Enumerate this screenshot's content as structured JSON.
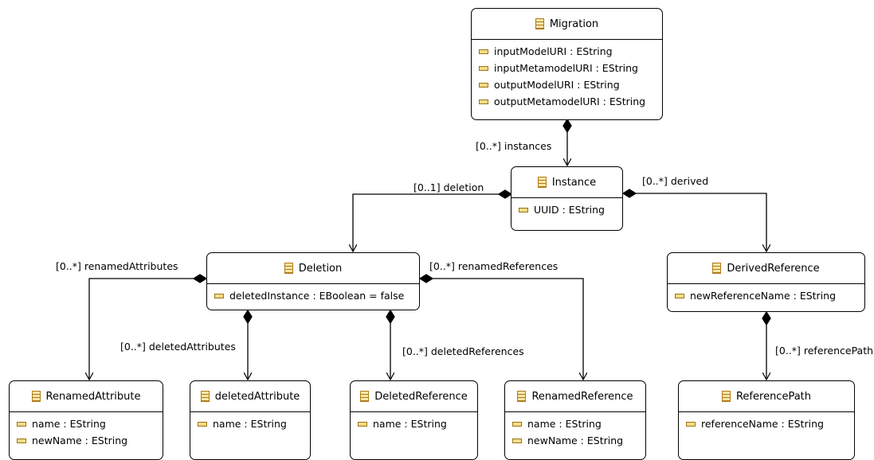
{
  "classes": {
    "migration": {
      "name": "Migration",
      "attributes": [
        "inputModelURI : EString",
        "inputMetamodelURI : EString",
        "outputModelURI : EString",
        "outputMetamodelURI : EString"
      ]
    },
    "instance": {
      "name": "Instance",
      "attributes": [
        "UUID : EString"
      ]
    },
    "deletion": {
      "name": "Deletion",
      "attributes": [
        "deletedInstance : EBoolean = false"
      ]
    },
    "derived_reference": {
      "name": "DerivedReference",
      "attributes": [
        "newReferenceName : EString"
      ]
    },
    "renamed_attribute": {
      "name": "RenamedAttribute",
      "attributes": [
        "name : EString",
        "newName : EString"
      ]
    },
    "deleted_attribute": {
      "name": "deletedAttribute",
      "attributes": [
        "name : EString"
      ]
    },
    "deleted_reference": {
      "name": "DeletedReference",
      "attributes": [
        "name : EString"
      ]
    },
    "renamed_reference": {
      "name": "RenamedReference",
      "attributes": [
        "name : EString",
        "newName : EString"
      ]
    },
    "reference_path": {
      "name": "ReferencePath",
      "attributes": [
        "referenceName : EString"
      ]
    }
  },
  "relations": {
    "instances": "[0..*] instances",
    "deletion": "[0..1] deletion",
    "derived": "[0..*] derived",
    "renamed_attributes": "[0..*] renamedAttributes",
    "renamed_references": "[0..*] renamedReferences",
    "deleted_attributes": "[0..*] deletedAttributes",
    "deleted_references": "[0..*] deletedReferences",
    "reference_path": "[0..*] referencePath"
  }
}
